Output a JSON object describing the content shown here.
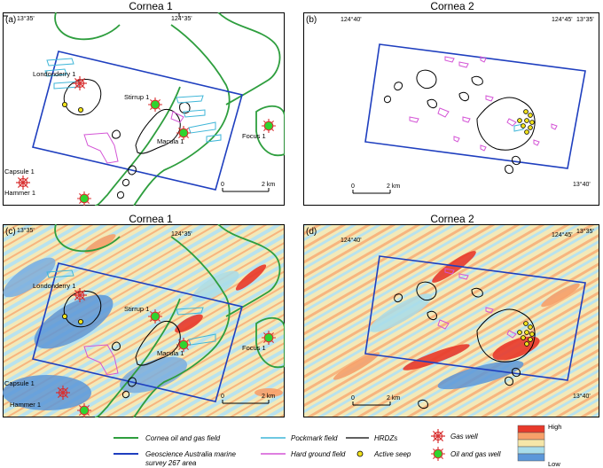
{
  "titles": {
    "a": "Cornea 1",
    "b": "Cornea 2",
    "c": "Cornea 1",
    "d": "Cornea 2"
  },
  "panel_labels": {
    "a": "(a)",
    "b": "(b)",
    "c": "(c)",
    "d": "(d)"
  },
  "coords": {
    "lat_1335": "13°35'",
    "lat_1340": "13°40'",
    "lon_12435": "124°35'",
    "lon_12440": "124°40'",
    "lon_12445": "124°45'"
  },
  "scale": {
    "zero": "0",
    "km": "2 km"
  },
  "wells": {
    "londonderry": "Londonderry 1",
    "stirrup": "Stirrup 1",
    "macula": "Macula 1",
    "focus": "Focus 1",
    "capsule": "Capsule 1",
    "hammer": "Hammer 1"
  },
  "legend": {
    "oil_gas_field": "Cornea oil and gas field",
    "survey_area_1": "Geoscience Australia marine",
    "survey_area_2": "survey 267 area",
    "pockmark": "Pockmark field",
    "hard_ground": "Hard ground field",
    "hrdz": "HRDZs",
    "active_seep": "Active seep",
    "gas_well": "Gas well",
    "oil_gas_well": "Oil and gas well",
    "high": "High",
    "low": "Low"
  },
  "colors": {
    "field_green": "#2e9e3e",
    "survey_blue": "#1f3fbf",
    "pockmark_cyan": "#3fb6d8",
    "hardground_magenta": "#d455d6",
    "seep_yellow": "#f2e21c",
    "well_green": "#2fd42f",
    "gas_red": "#d83030",
    "ramp": [
      "#e8392b",
      "#f7a06a",
      "#f5e6a8",
      "#a9ddea",
      "#5c97d9"
    ]
  }
}
